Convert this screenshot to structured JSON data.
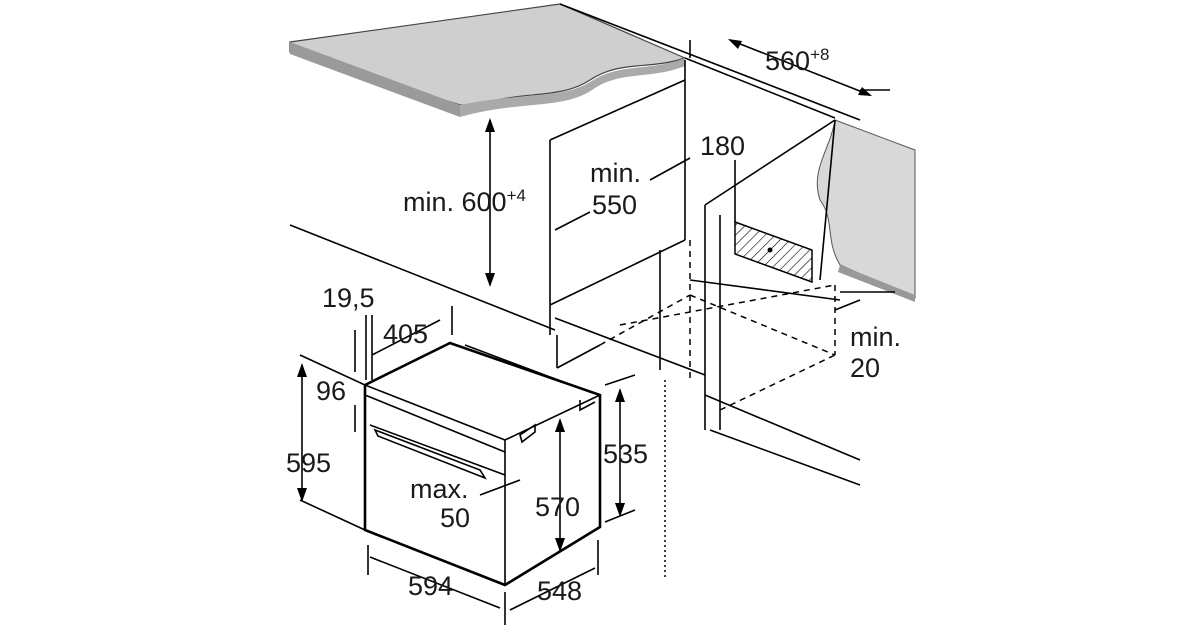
{
  "title": "Oven installation dimensions diagram",
  "dimensions": {
    "cabinet_width": "560",
    "cabinet_width_tol": "+8",
    "niche_height_prefix": "min. 600",
    "niche_height_tol": "+4",
    "niche_depth_line1": "min.",
    "niche_depth_line2": "550",
    "vent_width": "180",
    "back_gap_line1": "min.",
    "back_gap_line2": "20",
    "front_offset": "19,5",
    "top_depth": "405",
    "panel_height": "96",
    "total_height": "595",
    "gap_line1": "max.",
    "gap_line2": "50",
    "body_height": "570",
    "side_height": "535",
    "total_width": "594",
    "body_depth": "548"
  },
  "colors": {
    "countertop": "#cfcfcf",
    "countertop_edge": "#9a9a9a",
    "line": "#000000"
  }
}
